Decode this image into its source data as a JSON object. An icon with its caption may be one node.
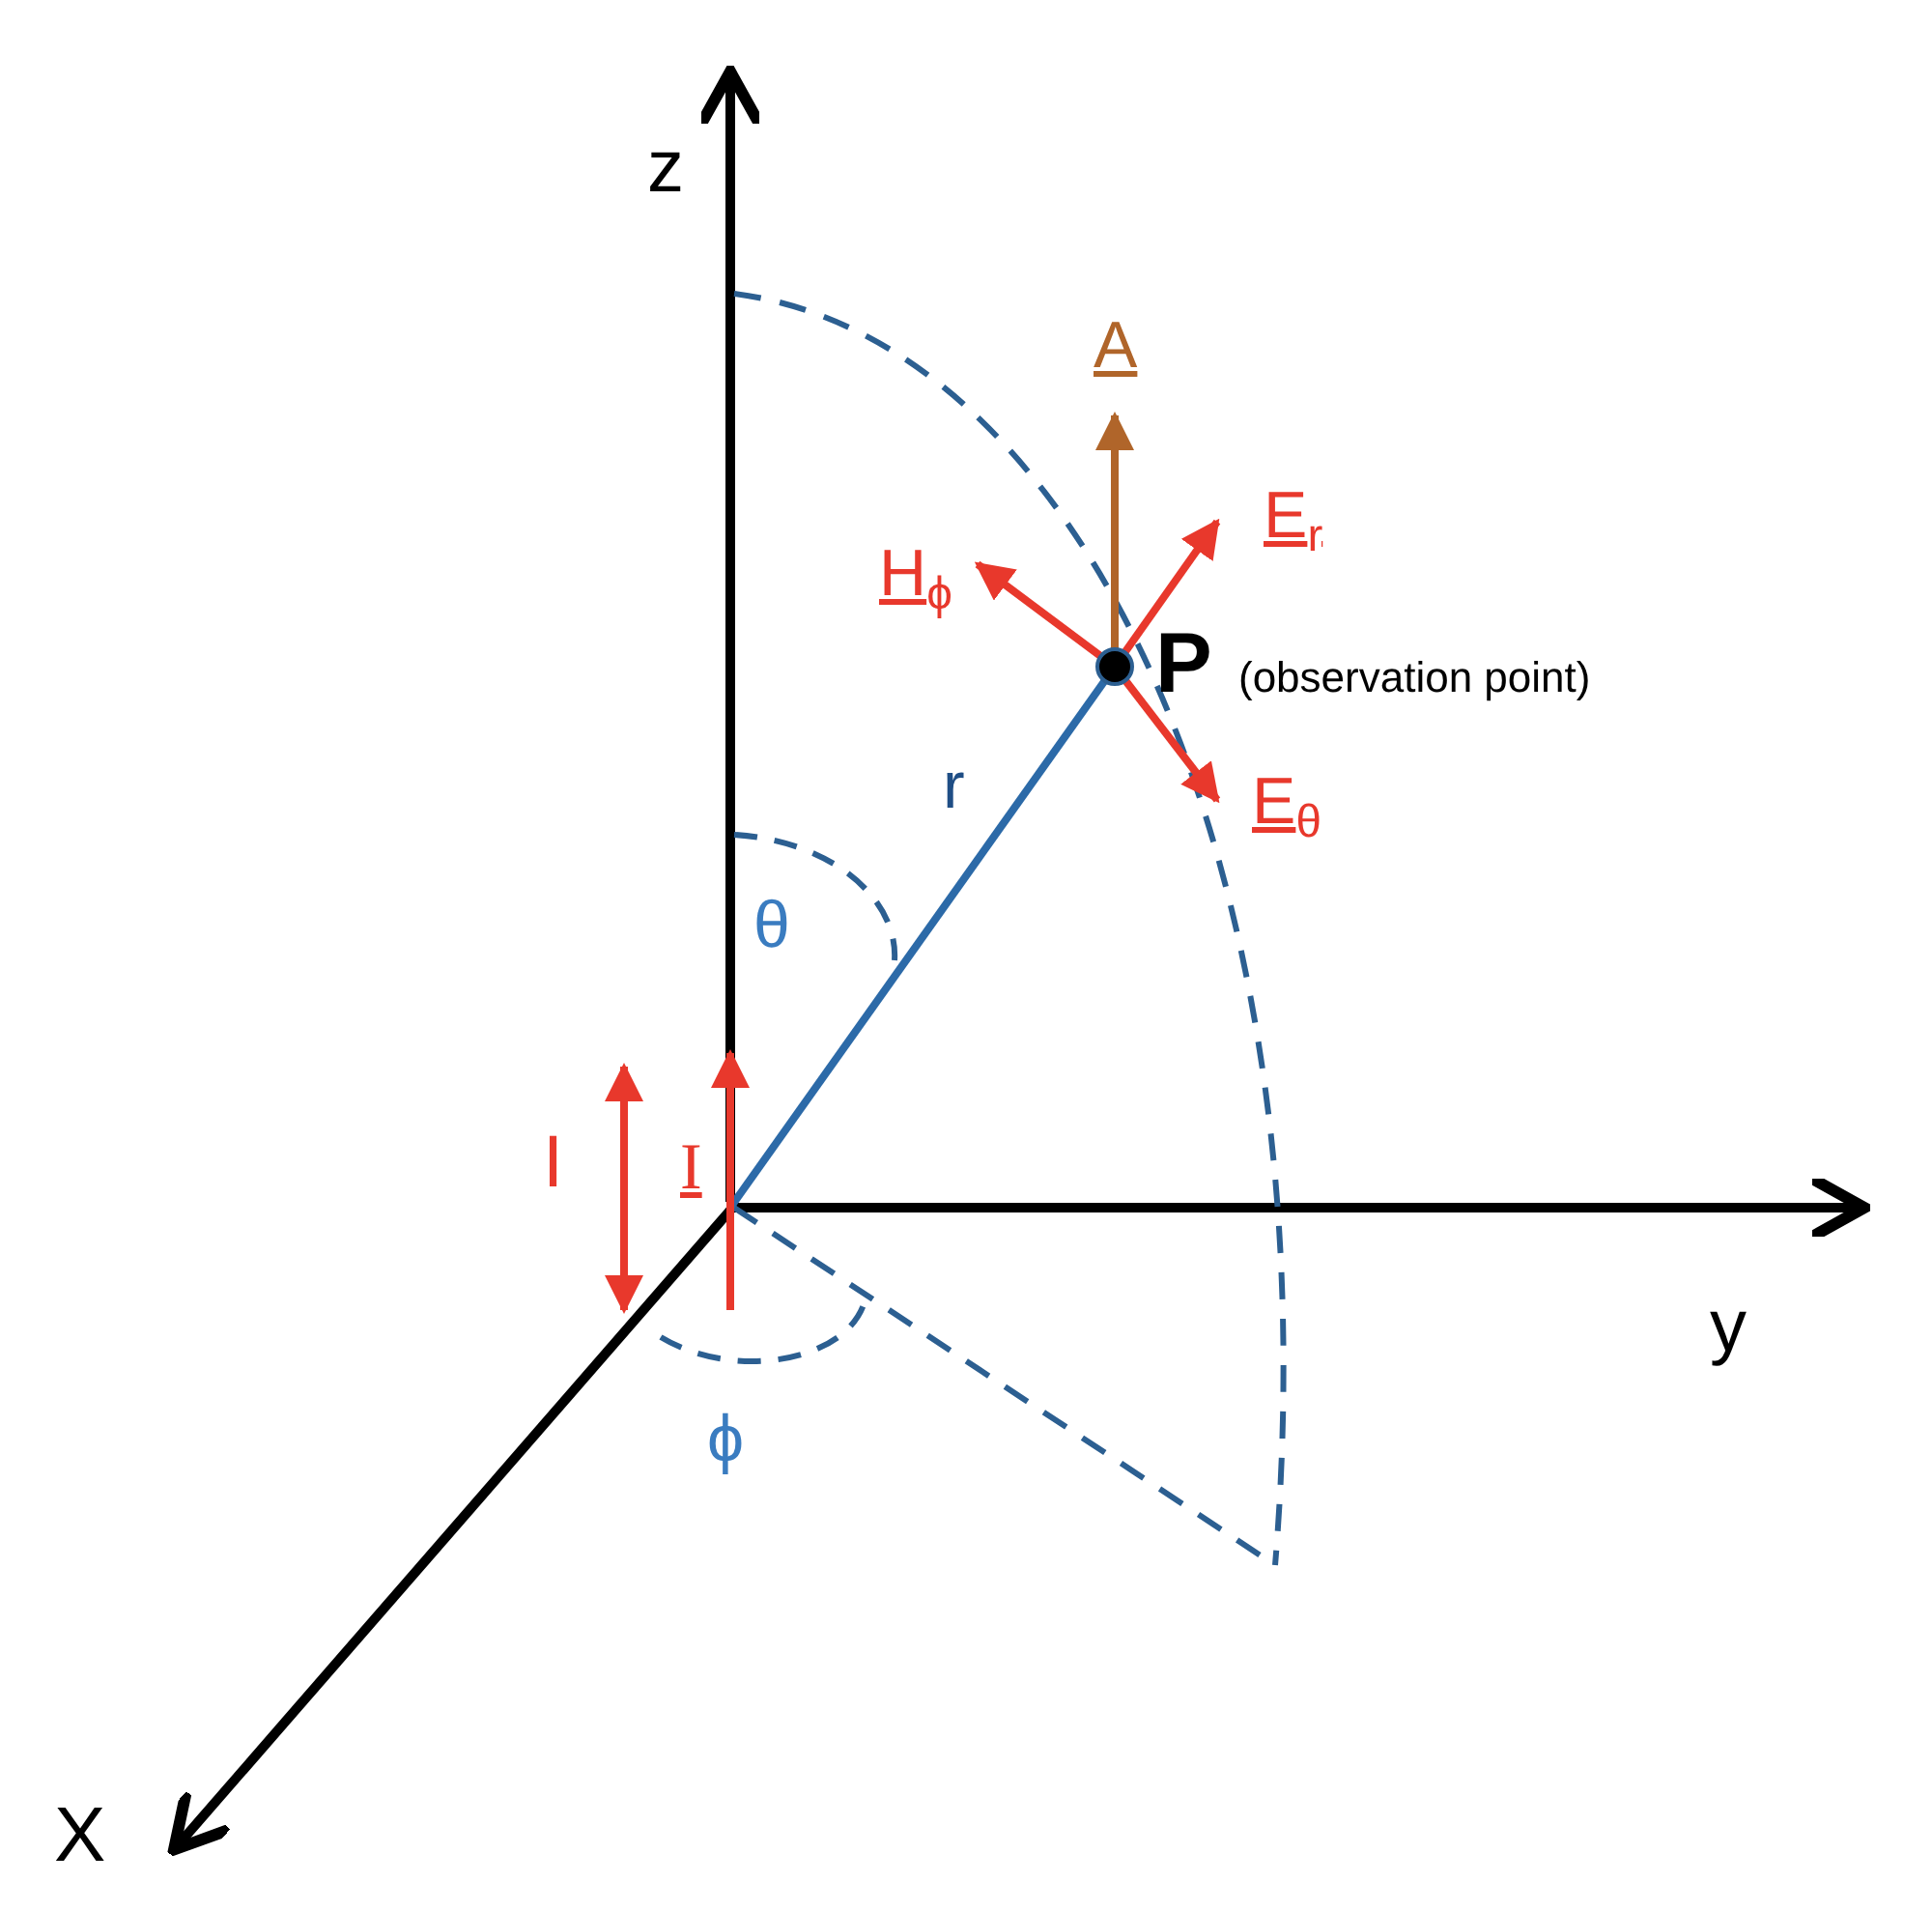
{
  "diagram": {
    "labels": [
      "z",
      "A",
      "E$_{r}$",
      "H$_{ϕ}$",
      "P",
      "(observation point)",
      "r",
      "E$_{θ}$",
      "θ",
      "I",
      "I",
      "y",
      "ϕ",
      "X"
    ]
  }
}
